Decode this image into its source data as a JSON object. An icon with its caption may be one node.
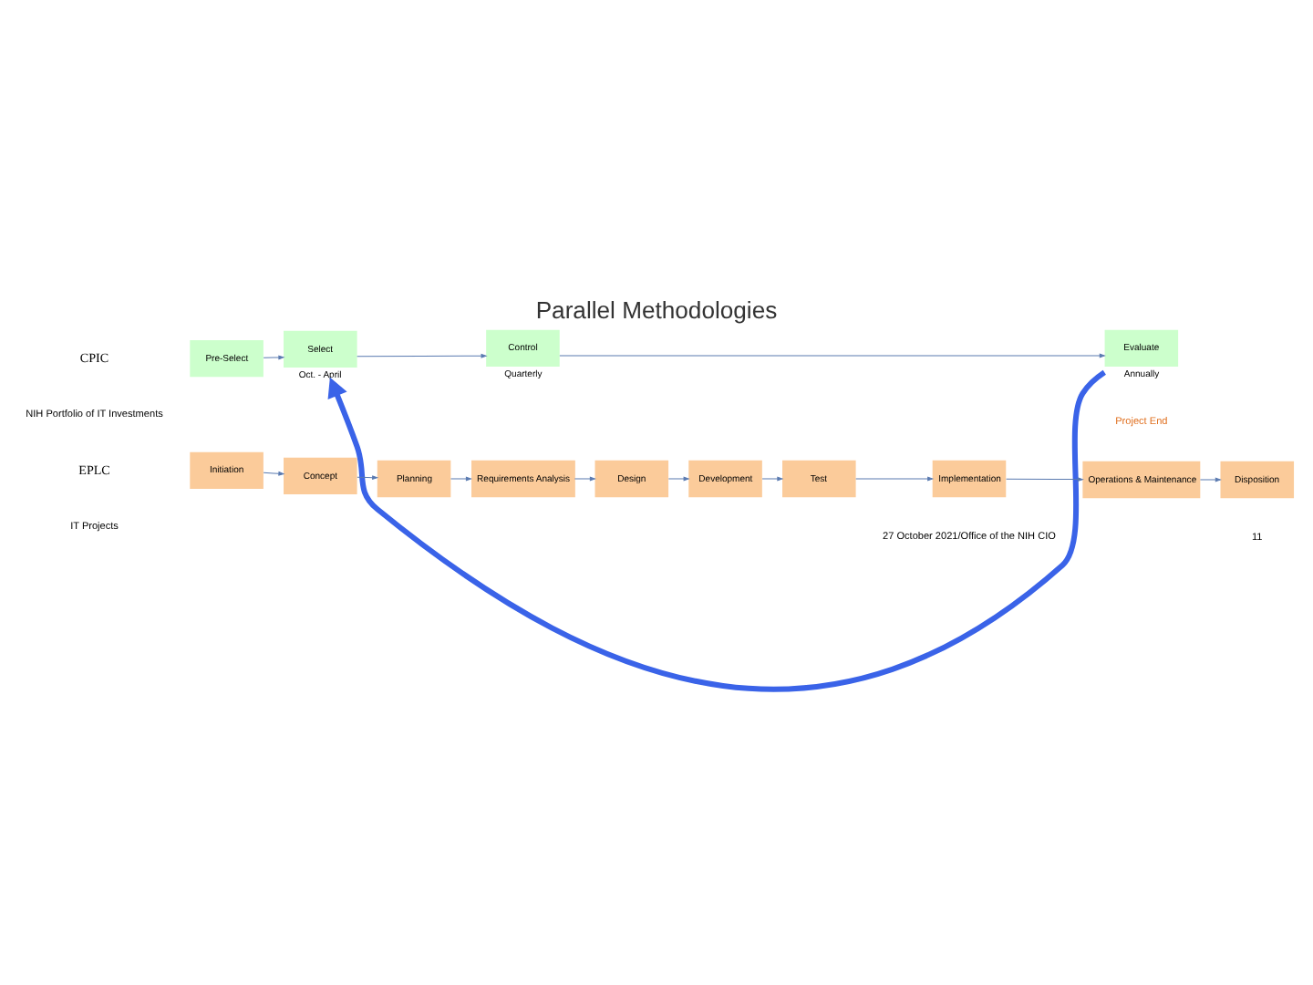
{
  "diagram": {
    "title": "Parallel Methodologies",
    "nodes": [
      {
        "text": [
          "Pre-Select"
        ]
      },
      {
        "text": [
          "Select"
        ],
        "beside": [
          "Oct. - April"
        ]
      },
      {
        "text": [
          "Control"
        ],
        "beside": [
          "Quarterly"
        ]
      },
      {
        "text": [
          "Evaluate"
        ],
        "beside": [
          "Annually"
        ]
      },
      {
        "text": [
          "Initiation"
        ]
      },
      {
        "text": [
          "Concept"
        ]
      },
      {
        "text": [
          "Planning"
        ]
      },
      {
        "text": [
          "Requirements Analysis"
        ]
      },
      {
        "text": [
          "Design"
        ]
      },
      {
        "text": [
          "Development"
        ]
      },
      {
        "text": [
          "Test"
        ]
      },
      {
        "text": [
          "Implementation"
        ]
      },
      {
        "text": [
          "Operations & Maintenance"
        ]
      },
      {
        "text": [
          "Disposition"
        ]
      }
    ],
    "edges": [
      {
        "from": 0,
        "to": 1,
        "arrow": "to"
      },
      {
        "from": 1,
        "to": 2,
        "arrow": "to"
      },
      {
        "from": 2,
        "to": 3,
        "arrow": "to"
      },
      {
        "from": 4,
        "to": 5,
        "arrow": "to"
      },
      {
        "from": 5,
        "to": 6,
        "arrow": "to"
      },
      {
        "from": 6,
        "to": 7,
        "arrow": "to"
      },
      {
        "from": 7,
        "to": 8,
        "arrow": "to"
      },
      {
        "from": 8,
        "to": 9,
        "arrow": "to"
      },
      {
        "from": 9,
        "to": 10,
        "arrow": "to"
      },
      {
        "from": 10,
        "to": 11,
        "arrow": "to"
      },
      {
        "from": 11,
        "to": 12,
        "arrow": "to"
      },
      {
        "from": 12,
        "to": 13,
        "arrow": "to"
      },
      {
        "from": 3,
        "to": 1,
        "arrow": "to",
        "style": "thick",
        "color": "#3a63e8"
      }
    ],
    "labels": [
      "CPIC",
      "NIH Portfolio of IT Investments",
      "EPLC",
      "IT Projects",
      "Project End",
      "27 October 2021/Office of the NIH CIO",
      "11"
    ]
  }
}
